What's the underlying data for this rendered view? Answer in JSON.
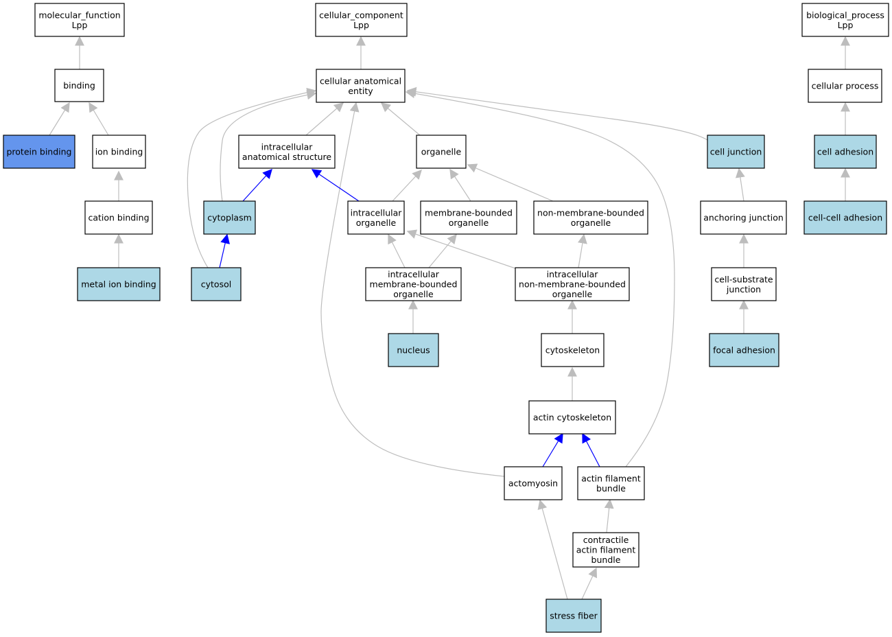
{
  "colors": {
    "plain_fill": "#ffffff",
    "annotated_fill": "#add8e6",
    "highlight_fill": "#6495ed",
    "edge_gray": "#bdbdbd",
    "edge_blue": "#0000ff"
  },
  "nodes": [
    {
      "id": "mf",
      "lines": [
        "molecular_function",
        "Lpp"
      ],
      "style": "plain"
    },
    {
      "id": "cc",
      "lines": [
        "cellular_component",
        "Lpp"
      ],
      "style": "plain"
    },
    {
      "id": "bp",
      "lines": [
        "biological_process",
        "Lpp"
      ],
      "style": "plain"
    },
    {
      "id": "binding",
      "lines": [
        "binding"
      ],
      "style": "plain"
    },
    {
      "id": "cae",
      "lines": [
        "cellular anatomical",
        "entity"
      ],
      "style": "plain"
    },
    {
      "id": "cproc",
      "lines": [
        "cellular process"
      ],
      "style": "plain"
    },
    {
      "id": "pbind",
      "lines": [
        "protein binding"
      ],
      "style": "highlight"
    },
    {
      "id": "ion",
      "lines": [
        "ion binding"
      ],
      "style": "plain"
    },
    {
      "id": "ias",
      "lines": [
        "intracellular",
        "anatomical structure"
      ],
      "style": "plain"
    },
    {
      "id": "org",
      "lines": [
        "organelle"
      ],
      "style": "plain"
    },
    {
      "id": "cj",
      "lines": [
        "cell junction"
      ],
      "style": "annotated"
    },
    {
      "id": "cadh",
      "lines": [
        "cell adhesion"
      ],
      "style": "annotated"
    },
    {
      "id": "cation",
      "lines": [
        "cation binding"
      ],
      "style": "plain"
    },
    {
      "id": "cyto",
      "lines": [
        "cytoplasm"
      ],
      "style": "annotated"
    },
    {
      "id": "io",
      "lines": [
        "intracellular",
        "organelle"
      ],
      "style": "plain"
    },
    {
      "id": "mbo",
      "lines": [
        "membrane-bounded",
        "organelle"
      ],
      "style": "plain"
    },
    {
      "id": "nmbo",
      "lines": [
        "non-membrane-bounded",
        "organelle"
      ],
      "style": "plain"
    },
    {
      "id": "aj",
      "lines": [
        "anchoring junction"
      ],
      "style": "plain"
    },
    {
      "id": "ccadh",
      "lines": [
        "cell-cell adhesion"
      ],
      "style": "annotated"
    },
    {
      "id": "metal",
      "lines": [
        "metal ion binding"
      ],
      "style": "annotated"
    },
    {
      "id": "cytosol",
      "lines": [
        "cytosol"
      ],
      "style": "annotated"
    },
    {
      "id": "imbo",
      "lines": [
        "intracellular",
        "membrane-bounded",
        "organelle"
      ],
      "style": "plain"
    },
    {
      "id": "inmbo",
      "lines": [
        "intracellular",
        "non-membrane-bounded",
        "organelle"
      ],
      "style": "plain"
    },
    {
      "id": "csj",
      "lines": [
        "cell-substrate",
        "junction"
      ],
      "style": "plain"
    },
    {
      "id": "nucleus",
      "lines": [
        "nucleus"
      ],
      "style": "annotated"
    },
    {
      "id": "cytosk",
      "lines": [
        "cytoskeleton"
      ],
      "style": "plain"
    },
    {
      "id": "fa",
      "lines": [
        "focal adhesion"
      ],
      "style": "annotated"
    },
    {
      "id": "acsk",
      "lines": [
        "actin cytoskeleton"
      ],
      "style": "plain"
    },
    {
      "id": "actomyosin",
      "lines": [
        "actomyosin"
      ],
      "style": "plain"
    },
    {
      "id": "afb",
      "lines": [
        "actin filament",
        "bundle"
      ],
      "style": "plain"
    },
    {
      "id": "cafb",
      "lines": [
        "contractile",
        "actin filament",
        "bundle"
      ],
      "style": "plain"
    },
    {
      "id": "sf",
      "lines": [
        "stress fiber"
      ],
      "style": "annotated"
    }
  ],
  "edges": [
    {
      "id": "e1",
      "from": "binding",
      "to": "mf",
      "color": "gray"
    },
    {
      "id": "e2",
      "from": "pbind",
      "to": "binding",
      "color": "gray"
    },
    {
      "id": "e3",
      "from": "ion",
      "to": "binding",
      "color": "gray"
    },
    {
      "id": "e4",
      "from": "cation",
      "to": "ion",
      "color": "gray"
    },
    {
      "id": "e5",
      "from": "metal",
      "to": "cation",
      "color": "gray"
    },
    {
      "id": "e6",
      "from": "cae",
      "to": "cc",
      "color": "gray"
    },
    {
      "id": "e7",
      "from": "ias",
      "to": "cae",
      "color": "gray"
    },
    {
      "id": "e8",
      "from": "org",
      "to": "cae",
      "color": "gray"
    },
    {
      "id": "e9",
      "from": "cyto",
      "to": "cae",
      "color": "gray"
    },
    {
      "id": "e10",
      "from": "cytosol",
      "to": "cae",
      "color": "gray"
    },
    {
      "id": "e11",
      "from": "actomyosin",
      "to": "cae",
      "color": "gray"
    },
    {
      "id": "e12",
      "from": "afb",
      "to": "cae",
      "color": "gray"
    },
    {
      "id": "e13",
      "from": "cj",
      "to": "cae",
      "color": "gray"
    },
    {
      "id": "e14",
      "from": "cyto",
      "to": "ias",
      "color": "blue"
    },
    {
      "id": "e15",
      "from": "io",
      "to": "ias",
      "color": "blue"
    },
    {
      "id": "e16",
      "from": "cytosol",
      "to": "cyto",
      "color": "blue"
    },
    {
      "id": "e17",
      "from": "io",
      "to": "org",
      "color": "gray"
    },
    {
      "id": "e18",
      "from": "mbo",
      "to": "org",
      "color": "gray"
    },
    {
      "id": "e19",
      "from": "nmbo",
      "to": "org",
      "color": "gray"
    },
    {
      "id": "e20",
      "from": "imbo",
      "to": "io",
      "color": "gray"
    },
    {
      "id": "e21",
      "from": "inmbo",
      "to": "io",
      "color": "gray"
    },
    {
      "id": "e22",
      "from": "imbo",
      "to": "mbo",
      "color": "gray"
    },
    {
      "id": "e23",
      "from": "inmbo",
      "to": "nmbo",
      "color": "gray"
    },
    {
      "id": "e24",
      "from": "nucleus",
      "to": "imbo",
      "color": "gray"
    },
    {
      "id": "e25",
      "from": "cytosk",
      "to": "inmbo",
      "color": "gray"
    },
    {
      "id": "e26",
      "from": "acsk",
      "to": "cytosk",
      "color": "gray"
    },
    {
      "id": "e27",
      "from": "actomyosin",
      "to": "acsk",
      "color": "blue"
    },
    {
      "id": "e28",
      "from": "afb",
      "to": "acsk",
      "color": "blue"
    },
    {
      "id": "e29",
      "from": "sf",
      "to": "actomyosin",
      "color": "gray"
    },
    {
      "id": "e30",
      "from": "cafb",
      "to": "afb",
      "color": "gray"
    },
    {
      "id": "e31",
      "from": "sf",
      "to": "cafb",
      "color": "gray"
    },
    {
      "id": "e32",
      "from": "aj",
      "to": "cj",
      "color": "gray"
    },
    {
      "id": "e33",
      "from": "csj",
      "to": "aj",
      "color": "gray"
    },
    {
      "id": "e34",
      "from": "fa",
      "to": "csj",
      "color": "gray"
    },
    {
      "id": "e35",
      "from": "cproc",
      "to": "bp",
      "color": "gray"
    },
    {
      "id": "e36",
      "from": "cadh",
      "to": "cproc",
      "color": "gray"
    },
    {
      "id": "e37",
      "from": "ccadh",
      "to": "cadh",
      "color": "gray"
    }
  ]
}
